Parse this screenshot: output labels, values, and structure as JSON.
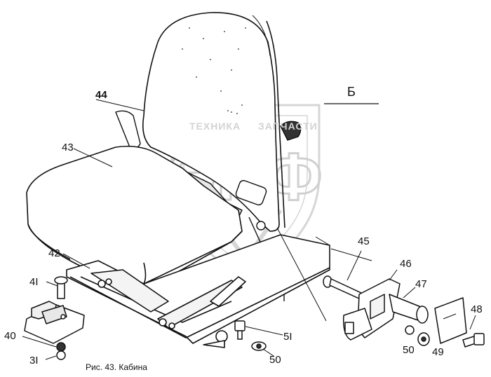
{
  "watermark": {
    "line1": "ТЕХНИКА",
    "line2": "ЗАПЧАСТИ",
    "logo": "ЭПФ"
  },
  "view_label": "Б",
  "parts": {
    "p40": "40",
    "p41": "4I",
    "p31": "3I",
    "p42": "42",
    "p43": "43",
    "p44": "44",
    "p45": "45",
    "p46": "46",
    "p47": "47",
    "p48": "48",
    "p49": "49",
    "p50a": "50",
    "p50b": "50",
    "p51": "5I"
  },
  "caption": "Рис. 43. Кабина",
  "colors": {
    "line": "#111111",
    "watermark": "#d3d3d3"
  }
}
